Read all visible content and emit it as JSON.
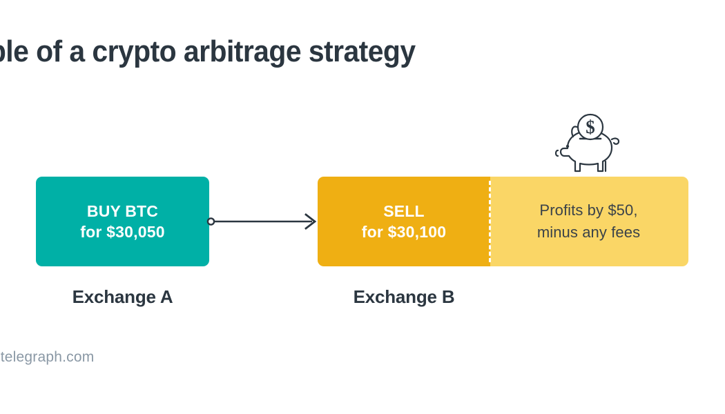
{
  "page": {
    "title": "mple of a crypto arbitrage strategy",
    "background_color": "#FFFFFF",
    "title_color": "#2B3640",
    "footer_source": "intelegraph.com",
    "footer_color": "#8A98A5"
  },
  "flow": {
    "buy": {
      "line1": "BUY BTC",
      "line2": "for $30,050",
      "color": "#00B0A6",
      "text_color": "#FFFFFF",
      "caption": "Exchange A"
    },
    "sell": {
      "line1": "SELL",
      "line2": "for $30,100",
      "color": "#EFAF13",
      "text_color": "#FFFFFF",
      "caption": "Exchange B"
    },
    "profit": {
      "line1": "Profits by $50,",
      "line2": "minus any fees",
      "color": "#FAD666",
      "text_color": "#3A4249"
    },
    "connector": {
      "name": "arrow-right",
      "color": "#2B3640",
      "start_marker": "hollow-circle"
    },
    "divider": {
      "style": "dashed",
      "color": "#FFFFFF"
    }
  },
  "icons": {
    "piggy_bank": "piggy-bank-with-dollar-coin",
    "coin_symbol": "$",
    "stroke_color": "#2B3640"
  },
  "chart_data": {
    "type": "diagram",
    "title": "mple of a crypto arbitrage strategy",
    "steps": [
      {
        "label": "BUY BTC",
        "detail": "for $30,050",
        "venue": "Exchange A",
        "price": 30050,
        "color": "#00B0A6"
      },
      {
        "label": "SELL",
        "detail": "for $30,100",
        "venue": "Exchange B",
        "price": 30100,
        "color": "#EFAF13"
      },
      {
        "label": "Profits by $50,",
        "detail": "minus any fees",
        "venue": "",
        "price": 50,
        "color": "#FAD666"
      }
    ],
    "profit": 50,
    "currency": "USD"
  }
}
